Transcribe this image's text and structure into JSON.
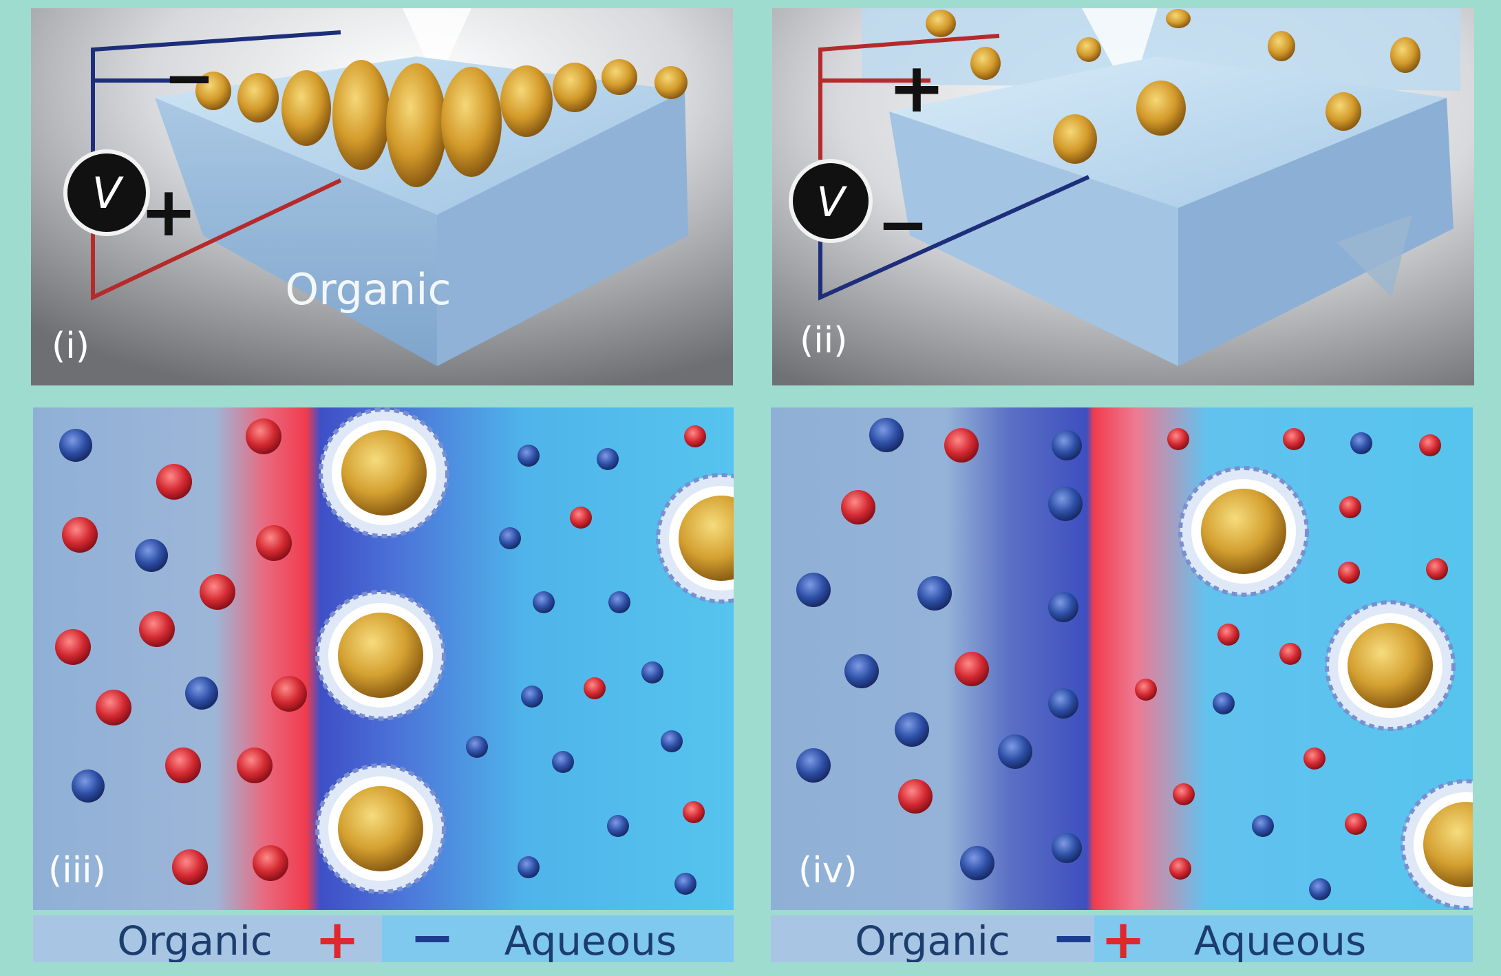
{
  "figure": {
    "panels": [
      {
        "id": "i",
        "label": "(i)",
        "voltmeter_label": "V",
        "top_electrode_sign": "−",
        "bottom_electrode_sign": "+",
        "phase_label": "Organic"
      },
      {
        "id": "ii",
        "label": "(ii)",
        "voltmeter_label": "V",
        "top_electrode_sign": "+",
        "bottom_electrode_sign": "−"
      },
      {
        "id": "iii",
        "label": "(iii)",
        "left_phase": "Organic",
        "interface_left_sign": "+",
        "interface_right_sign": "−",
        "right_phase": "Aqueous"
      },
      {
        "id": "iv",
        "label": "(iv)",
        "left_phase": "Organic",
        "interface_left_sign": "−",
        "interface_right_sign": "+",
        "right_phase": "Aqueous"
      }
    ]
  },
  "colors": {
    "background": "#9fdcd0",
    "cation": "#d42a32",
    "anion": "#2d4fa6",
    "nanoparticle": "#d4a030",
    "organic_phase": "#8fb3d8",
    "aqueous_phase": "#4ec0ec"
  }
}
